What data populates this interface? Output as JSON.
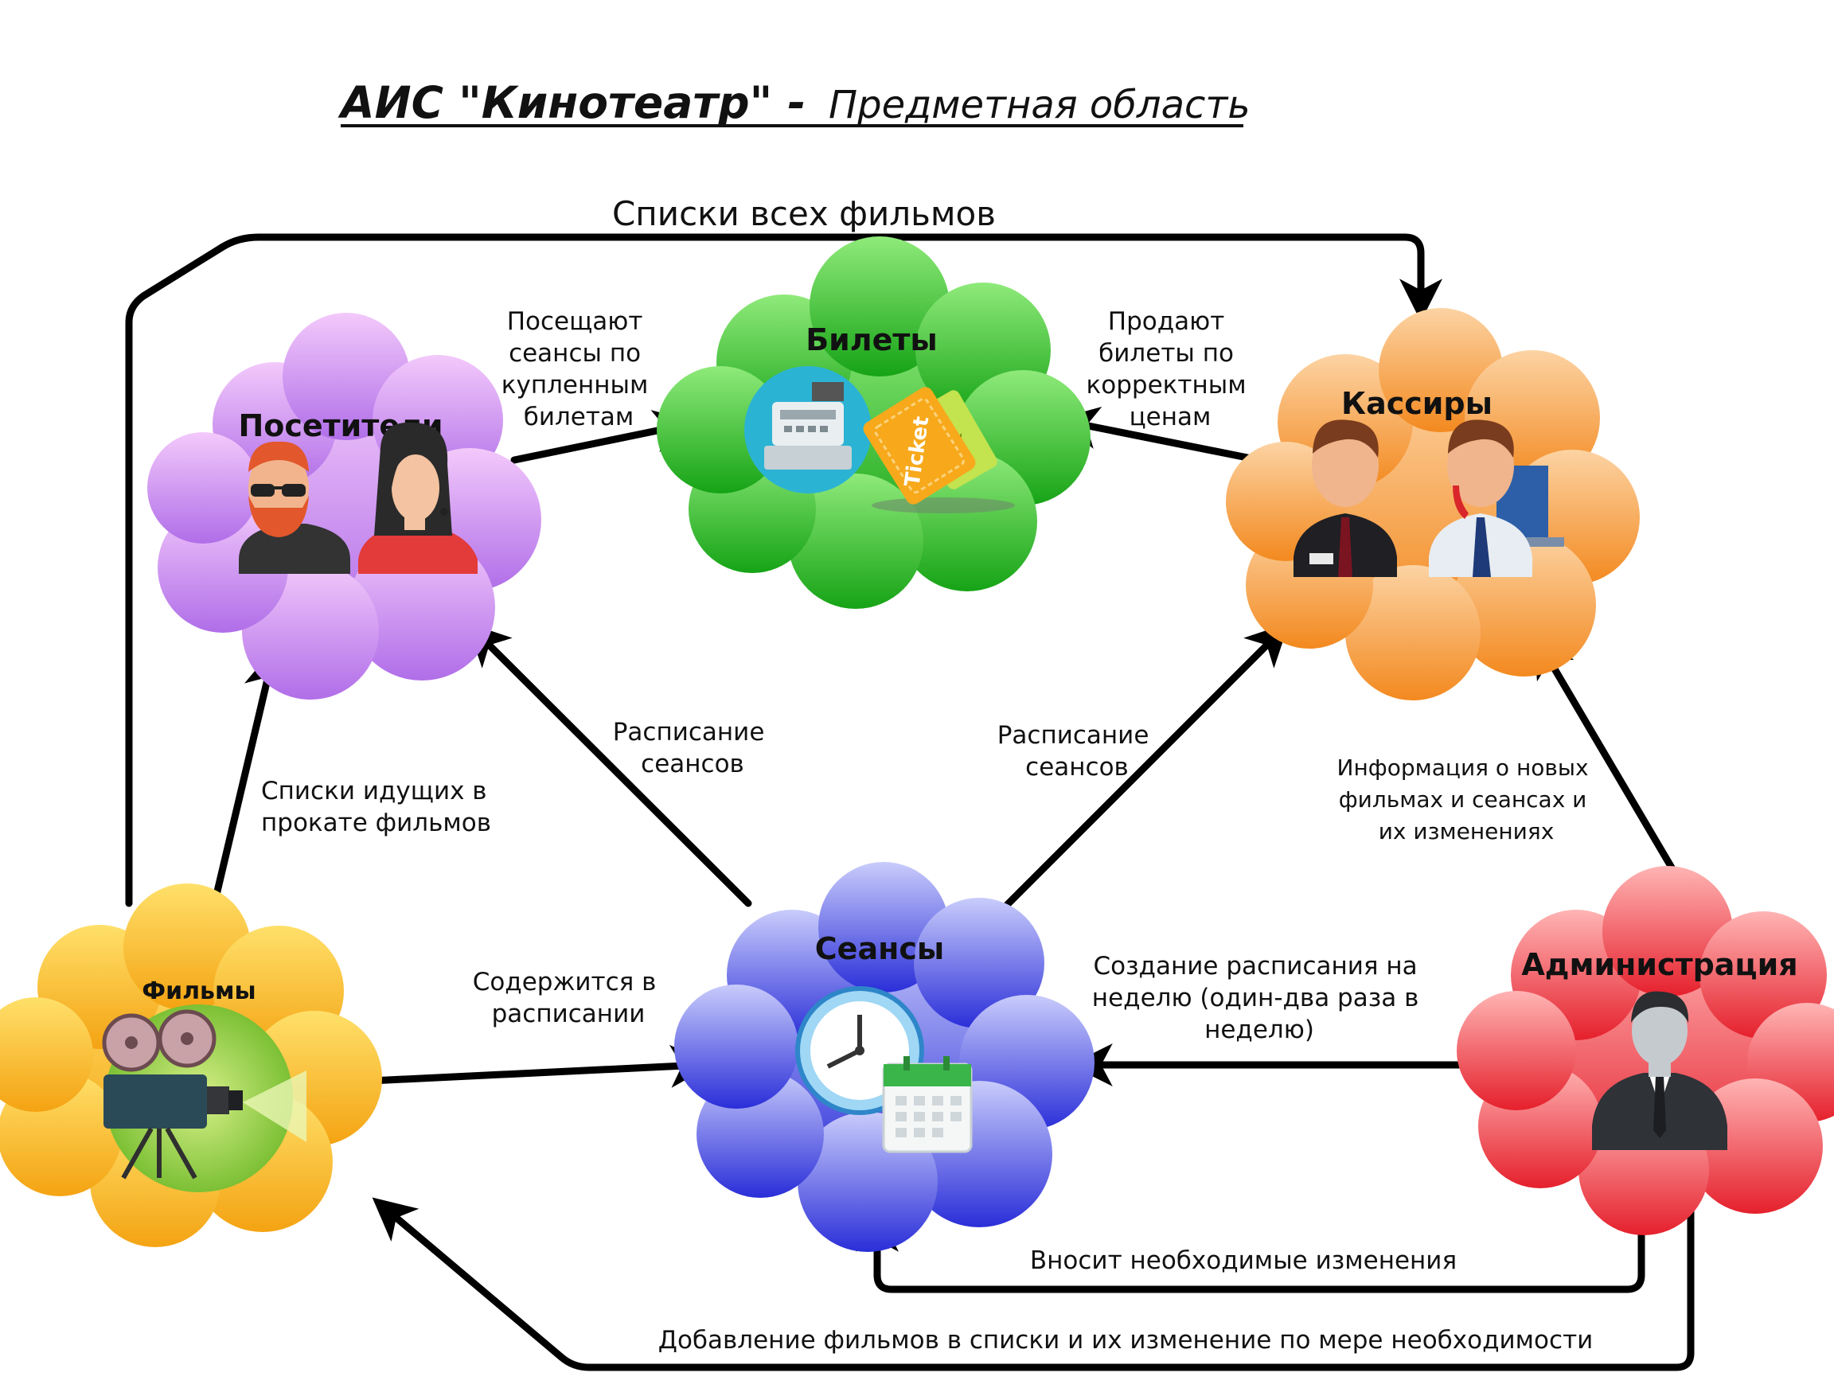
{
  "title": {
    "main": "АИС \"Кинотеатр\" - ",
    "sub": "Предметная область"
  },
  "nodes": {
    "visitors": {
      "label": "Посетители"
    },
    "tickets": {
      "label": "Билеты"
    },
    "cashiers": {
      "label": "Кассиры"
    },
    "films": {
      "label": "Фильмы"
    },
    "sessions": {
      "label": "Сеансы"
    },
    "admin": {
      "label": "Администрация"
    }
  },
  "edges": {
    "all_films": [
      "Списки всех фильмов"
    ],
    "visit": [
      "Посещают",
      "сеансы по",
      "купленным",
      "билетам"
    ],
    "sell": [
      "Продают",
      "билеты по",
      "корректным",
      "ценам"
    ],
    "running_films": [
      "Списки идущих в",
      "прокате фильмов"
    ],
    "schedule_left": [
      "Расписание",
      "сеансов"
    ],
    "schedule_right": [
      "Расписание",
      "сеансов"
    ],
    "info_new": [
      "Информация о новых",
      "фильмах и сеансах и",
      "их изменениях"
    ],
    "contained": [
      "Содержится в",
      "расписании"
    ],
    "create_schedule": [
      "Создание расписания на",
      "неделю (один-два раза в",
      "неделю)"
    ],
    "changes": [
      "Вносит необходимые изменения"
    ],
    "add_films": [
      "Добавление фильмов в списки и их изменение по мере необходимости"
    ]
  },
  "icons": {
    "ticket_word": "Ticket",
    "ticket_word_2": "Tick"
  },
  "colors": {
    "visitors": [
      "#f3c9fb",
      "#b06ee8"
    ],
    "tickets": [
      "#8fea7a",
      "#16a316"
    ],
    "cashiers": [
      "#fcd3a3",
      "#f3891f"
    ],
    "films": [
      "#ffe06a",
      "#f4a312"
    ],
    "sessions": [
      "#c9ccfb",
      "#2a2ed8"
    ],
    "admin": [
      "#ffb4b4",
      "#e5202c"
    ],
    "arrow": "#000000"
  }
}
